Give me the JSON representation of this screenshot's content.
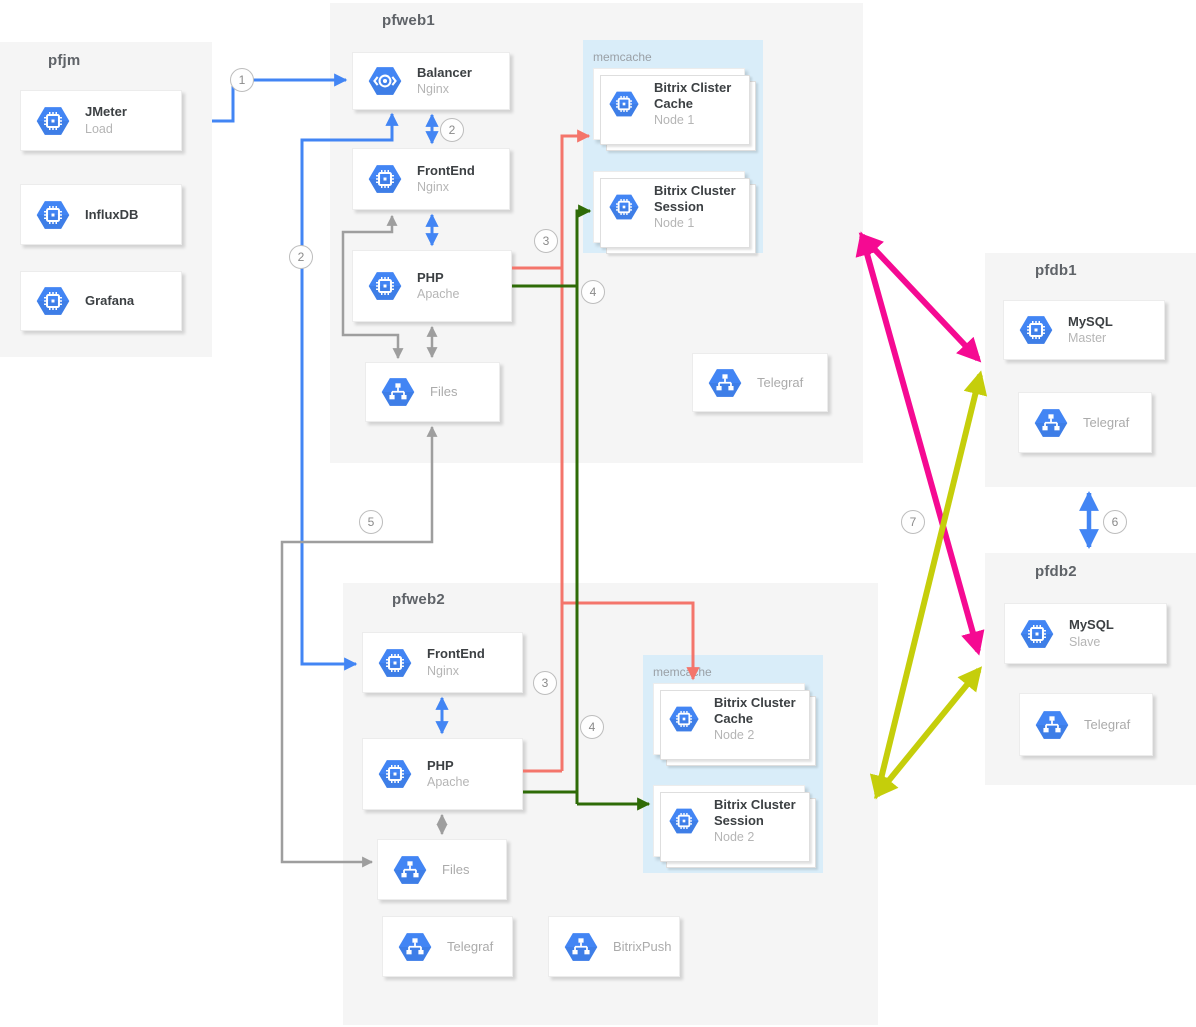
{
  "colors": {
    "blue": "#4285f4",
    "gray": "#9e9e9e",
    "red": "#f4756b",
    "green": "#2e6b07",
    "magenta": "#f50a92",
    "yellow": "#c5ce0b",
    "group_bg": "#f5f5f5",
    "memcache_bg": "#d9edf9",
    "icon_blue": "#4285f4"
  },
  "steps": {
    "s1": "1",
    "s2": "2",
    "s3": "3",
    "s4": "4",
    "s5": "5",
    "s6": "6",
    "s7": "7"
  },
  "connections": [
    {
      "step": "1",
      "from": "JMeter",
      "to": "pfweb1 Balancer",
      "color": "blue"
    },
    {
      "step": "2",
      "from": "Balancer",
      "to": "FrontEnd pfweb1 and FrontEnd pfweb2",
      "color": "blue"
    },
    {
      "step": "3",
      "from": "PHP",
      "to": "Bitrix Cluster Cache nodes",
      "color": "red"
    },
    {
      "step": "4",
      "from": "PHP",
      "to": "Bitrix Cluster Session nodes",
      "color": "green"
    },
    {
      "step": "5",
      "from": "Files pfweb1",
      "to": "Files pfweb2",
      "color": "gray"
    },
    {
      "step": "6",
      "from": "pfdb1",
      "to": "pfdb2",
      "color": "blue"
    },
    {
      "step": "7",
      "from": "pfweb1 / pfweb2",
      "to": "MySQL Master / MySQL Slave",
      "color": "magenta / yellow"
    }
  ],
  "groups": {
    "pfjm": {
      "title": "pfjm",
      "nodes": {
        "jmeter": {
          "title": "JMeter",
          "subtitle": "Load",
          "icon": "compute-engine-icon"
        },
        "influxdb": {
          "title": "InfluxDB",
          "icon": "compute-engine-icon"
        },
        "grafana": {
          "title": "Grafana",
          "icon": "compute-engine-icon"
        }
      }
    },
    "pfweb1": {
      "title": "pfweb1",
      "nodes": {
        "balancer": {
          "title": "Balancer",
          "subtitle": "Nginx",
          "icon": "load-balancer-icon"
        },
        "frontend": {
          "title": "FrontEnd",
          "subtitle": "Nginx",
          "icon": "compute-engine-icon"
        },
        "php": {
          "title": "PHP",
          "subtitle": "Apache",
          "icon": "compute-engine-icon"
        },
        "files": {
          "title": "Files",
          "icon": "network-icon"
        },
        "telegraf": {
          "title": "Telegraf",
          "icon": "network-icon"
        }
      },
      "memcache": {
        "label": "memcache",
        "nodes": {
          "cache": {
            "title": "Bitrix Clister Cache",
            "subtitle": "Node 1",
            "icon": "compute-engine-icon"
          },
          "session": {
            "title": "Bitrix Cluster Session",
            "subtitle": "Node 1",
            "icon": "compute-engine-icon"
          }
        }
      }
    },
    "pfweb2": {
      "title": "pfweb2",
      "nodes": {
        "frontend": {
          "title": "FrontEnd",
          "subtitle": "Nginx",
          "icon": "compute-engine-icon"
        },
        "php": {
          "title": "PHP",
          "subtitle": "Apache",
          "icon": "compute-engine-icon"
        },
        "files": {
          "title": "Files",
          "icon": "network-icon"
        },
        "telegraf": {
          "title": "Telegraf",
          "icon": "network-icon"
        },
        "bitrixpush": {
          "title": "BitrixPush",
          "icon": "network-icon"
        }
      },
      "memcache": {
        "label": "memcache",
        "nodes": {
          "cache": {
            "title": "Bitrix Cluster Cache",
            "subtitle": "Node 2",
            "icon": "compute-engine-icon"
          },
          "session": {
            "title": "Bitrix Cluster Session",
            "subtitle": "Node 2",
            "icon": "compute-engine-icon"
          }
        }
      }
    },
    "pfdb1": {
      "title": "pfdb1",
      "nodes": {
        "mysql": {
          "title": "MySQL",
          "subtitle": "Master",
          "icon": "compute-engine-icon"
        },
        "telegraf": {
          "title": "Telegraf",
          "icon": "network-icon"
        }
      }
    },
    "pfdb2": {
      "title": "pfdb2",
      "nodes": {
        "mysql": {
          "title": "MySQL",
          "subtitle": "Slave",
          "icon": "compute-engine-icon"
        },
        "telegraf": {
          "title": "Telegraf",
          "icon": "network-icon"
        }
      }
    }
  }
}
